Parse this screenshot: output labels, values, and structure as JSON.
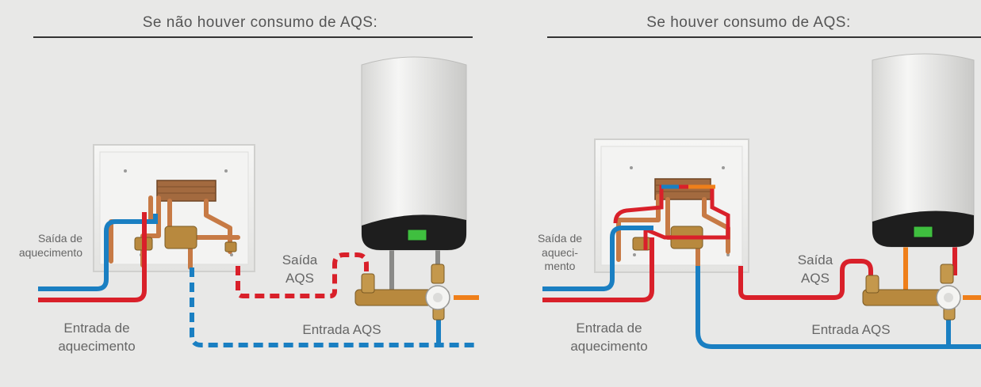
{
  "panels": {
    "left": {
      "title": "Se não houver consumo de AQS:",
      "labels": {
        "heating_out": "Saída de\naquecimento",
        "heating_in": "Entrada de\naquecimento",
        "dhw_out": "Saída\nAQS",
        "dhw_in": "Entrada AQS"
      }
    },
    "right": {
      "title": "Se houver consumo de AQS:",
      "labels": {
        "heating_out": "Saída de\naqueci-\nmento",
        "heating_in": "Entrada de\naquecimento",
        "dhw_out": "Saída\nAQS",
        "dhw_in": "Entrada AQS"
      }
    }
  },
  "colors": {
    "background": "#e8e8e7",
    "hot_pipe": "#d9202a",
    "cold_pipe": "#1a7fc2",
    "orange_pipe": "#ef7f1a",
    "copper": "#c77a45",
    "brass": "#b8893e",
    "cabinet": "#f1f1f0",
    "heater_body": "#ececea",
    "heater_panel": "#1e1e1e",
    "display": "#3fbf3f"
  },
  "icons": {
    "left_unit": "wall-cabinet-icon",
    "water_heater": "water-heater-icon",
    "valve": "mixing-valve-icon"
  }
}
